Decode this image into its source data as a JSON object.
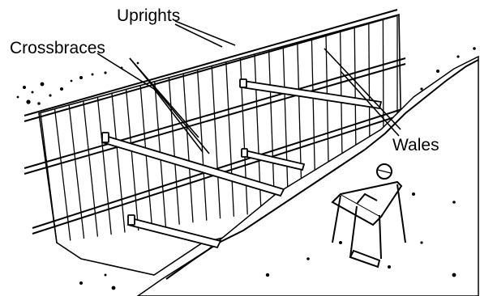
{
  "labels": {
    "uprights": "Uprights",
    "crossbraces": "Crossbraces",
    "wales": "Wales"
  },
  "colors": {
    "ink": "#000000",
    "paper": "#ffffff"
  }
}
